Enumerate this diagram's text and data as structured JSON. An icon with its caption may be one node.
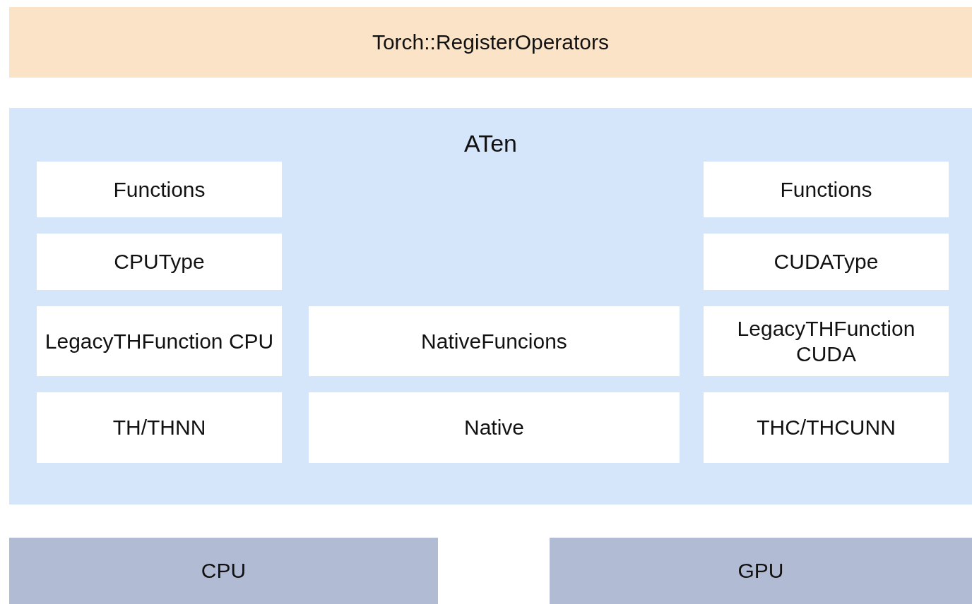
{
  "diagram": {
    "nodes": [
      {
        "text": [
          "Torch::RegisterOperators"
        ]
      },
      {
        "text": [
          "ATen"
        ]
      },
      {
        "text": [
          "Functions"
        ],
        "in": 1
      },
      {
        "text": [
          "Functions"
        ],
        "in": 1
      },
      {
        "text": [
          "CPUType"
        ],
        "in": 1
      },
      {
        "text": [
          "CUDAType"
        ],
        "in": 1
      },
      {
        "text": [
          "LegacyTHFunction CPU"
        ],
        "in": 1
      },
      {
        "text": [
          "NativeFuncions"
        ],
        "in": 1
      },
      {
        "text": [
          "LegacyTHFunction CUDA"
        ],
        "in": 1
      },
      {
        "text": [
          "TH/THNN"
        ],
        "in": 1
      },
      {
        "text": [
          "Native"
        ],
        "in": 1
      },
      {
        "text": [
          "THC/THCUNN"
        ],
        "in": 1
      },
      {
        "text": [
          "CPU"
        ]
      },
      {
        "text": [
          "GPU"
        ]
      }
    ]
  }
}
